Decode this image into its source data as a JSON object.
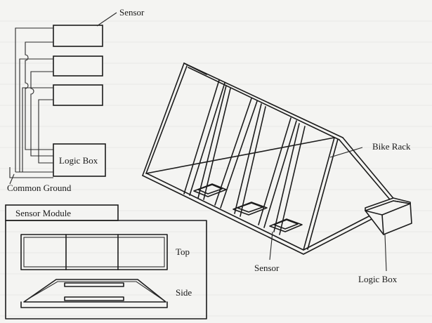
{
  "labels": {
    "sensor_top": "Sensor",
    "logic_box_left": "Logic Box",
    "common_ground": "Common Ground",
    "sensor_module": "Sensor Module",
    "top_view": "Top",
    "side_view": "Side",
    "bike_rack": "Bike Rack",
    "sensor_rack": "Sensor",
    "logic_box_right": "Logic Box"
  }
}
